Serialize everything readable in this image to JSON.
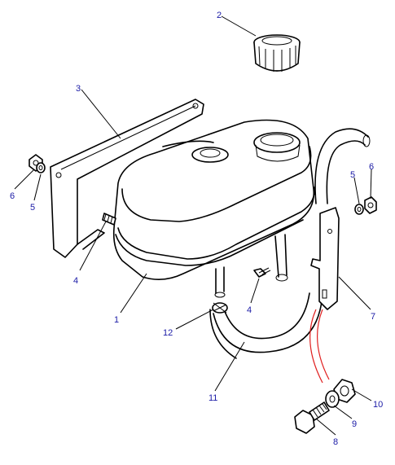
{
  "callouts": [
    {
      "id": "c2",
      "text": "2"
    },
    {
      "id": "c3",
      "text": "3"
    },
    {
      "id": "c6a",
      "text": "6"
    },
    {
      "id": "c5a",
      "text": "5"
    },
    {
      "id": "c4a",
      "text": "4"
    },
    {
      "id": "c1",
      "text": "1"
    },
    {
      "id": "c12",
      "text": "12"
    },
    {
      "id": "c4b",
      "text": "4"
    },
    {
      "id": "c11",
      "text": "11"
    },
    {
      "id": "c5b",
      "text": "5"
    },
    {
      "id": "c6b",
      "text": "6"
    },
    {
      "id": "c7",
      "text": "7"
    },
    {
      "id": "c10",
      "text": "10"
    },
    {
      "id": "c9",
      "text": "9"
    },
    {
      "id": "c8",
      "text": "8"
    }
  ],
  "colors": {
    "callout": "#1a1aa6",
    "line": "#000000",
    "highlight": "#e02020"
  }
}
